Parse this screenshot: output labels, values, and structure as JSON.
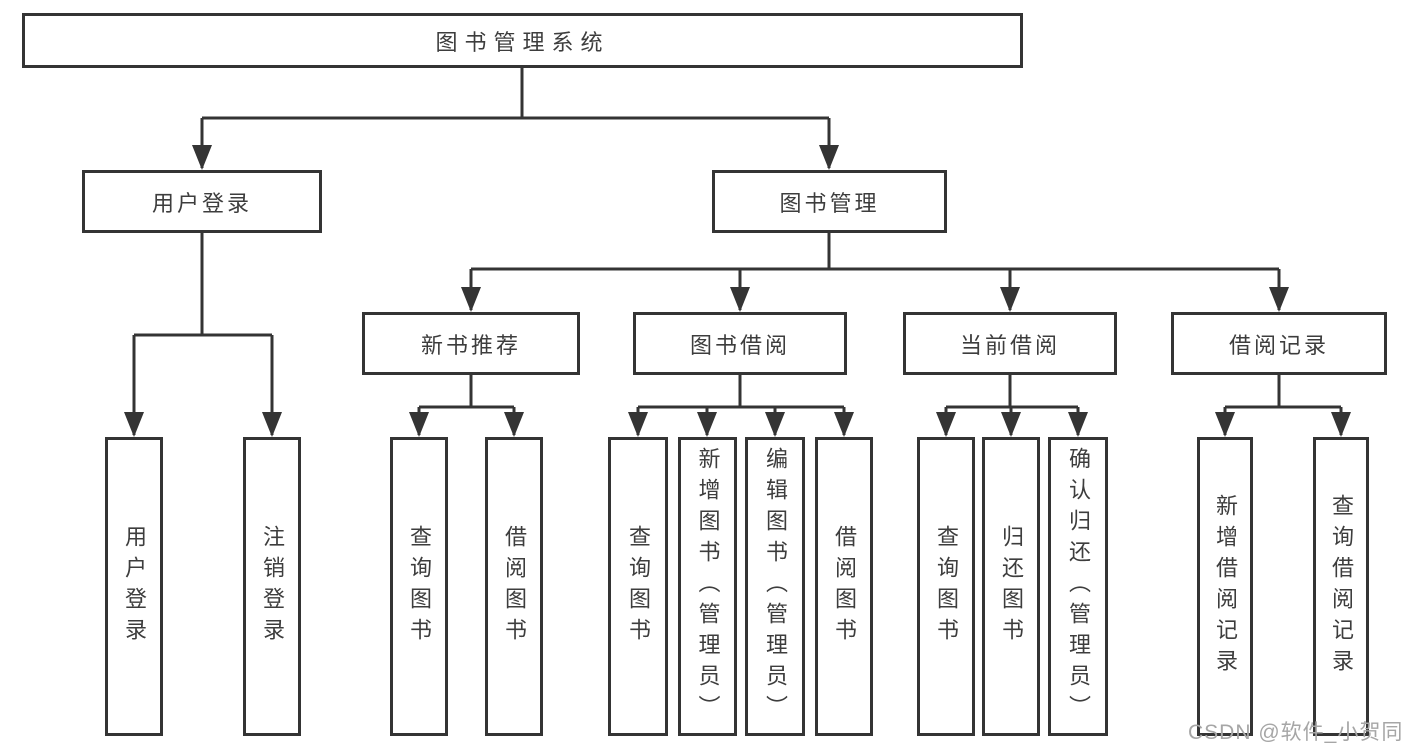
{
  "colors": {
    "line": "#343434",
    "box_background": "#ffffff",
    "box_border": "#343434",
    "text": "#3d3d3d",
    "watermark": "#a6a6a6"
  },
  "tree": {
    "label": "图书管理系统",
    "children": [
      {
        "label": "用户登录",
        "children": [
          {
            "label": "用户登录"
          },
          {
            "label": "注销登录"
          }
        ]
      },
      {
        "label": "图书管理",
        "children": [
          {
            "label": "新书推荐",
            "children": [
              {
                "label": "查询图书"
              },
              {
                "label": "借阅图书"
              }
            ]
          },
          {
            "label": "图书借阅",
            "children": [
              {
                "label": "查询图书"
              },
              {
                "label": "新增图书（管理员）"
              },
              {
                "label": "编辑图书（管理员）"
              },
              {
                "label": "借阅图书"
              }
            ]
          },
          {
            "label": "当前借阅",
            "children": [
              {
                "label": "查询图书"
              },
              {
                "label": "归还图书"
              },
              {
                "label": "确认归还（管理员）"
              }
            ]
          },
          {
            "label": "借阅记录",
            "children": [
              {
                "label": "新增借阅记录"
              },
              {
                "label": "查询借阅记录"
              }
            ]
          }
        ]
      }
    ]
  },
  "watermark": {
    "text": "CSDN @软件_小贺同学"
  }
}
